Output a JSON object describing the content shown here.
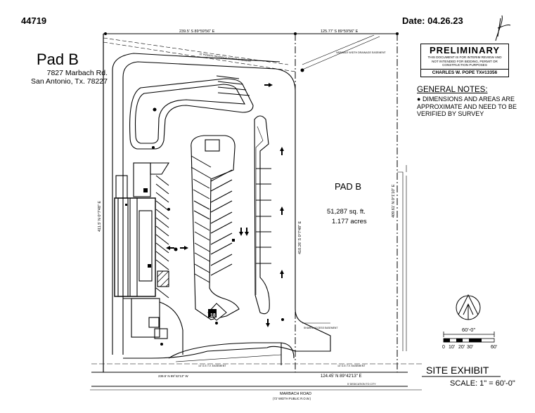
{
  "header": {
    "id": "44719",
    "date": "Date: 04.26.23"
  },
  "title_block": {
    "name": "Pad B",
    "address_line1": "7827 Marbach Rd.",
    "address_line2": "San Antonio, Tx. 78227"
  },
  "preliminary": {
    "title": "PRELIMINARY",
    "line1": "THIS DOCUMENT IS FOR INTERIM REVIEW AND",
    "line2": "NOT INTENDED FOR BIDDING, PERMIT OR",
    "line3": "CONSTRUCTION PURPOSES",
    "signer": "CHARLES W. POPE    TX#13356"
  },
  "general_notes": {
    "title": "GENERAL NOTES:",
    "item": "DIMENSIONS AND AREAS ARE APPROXIMATE AND NEED TO BE VERIFIED BY SURVEY"
  },
  "pad": {
    "label": "PAD B",
    "area_sqft": "51,287 sq. ft.",
    "area_acres": "1.177 acres"
  },
  "dimensions": {
    "top_left": "239.5'   S  89°59'56\"  E",
    "top_right": "125.77'   S  89°59'56\"  E",
    "left_side": "411.5'   N  0°7'48\"  E",
    "middle": "410.26'   S  0°7'48\"  E",
    "right_side": "409.61'   N  0°1'10\"  E",
    "bottom_right": "124.45'   N  89°42'13\"  E",
    "bottom_left": "239.5'   N  89°42'13\"  W"
  },
  "easements": {
    "top": "10' PRIVATE DRAINAGE SEWER EASEMENT",
    "variable": "VARIABLE WIDTH DRAINAGE EASEMENT",
    "shared": "SHARED ACCESS EASEMENT",
    "bottom_left": "14' G.E.T.V. EASEMENT",
    "bottom_right": "14' G.E.T.V. EASEMENT",
    "dedication": "5' DEDICATION TO CITY"
  },
  "road": {
    "name": "MARBACH ROAD",
    "row": "(72' WIDTH PUBLIC R.O.W.)"
  },
  "scale_bar": {
    "top_label": "60'-0\"",
    "ticks": [
      "0",
      "10'",
      "20'",
      "30'",
      "60'"
    ]
  },
  "footer": {
    "site_exhibit": "SITE EXHIBIT",
    "scale": "SCALE:  1\" = 60'-0\""
  },
  "marker": {
    "building_number": "18"
  }
}
